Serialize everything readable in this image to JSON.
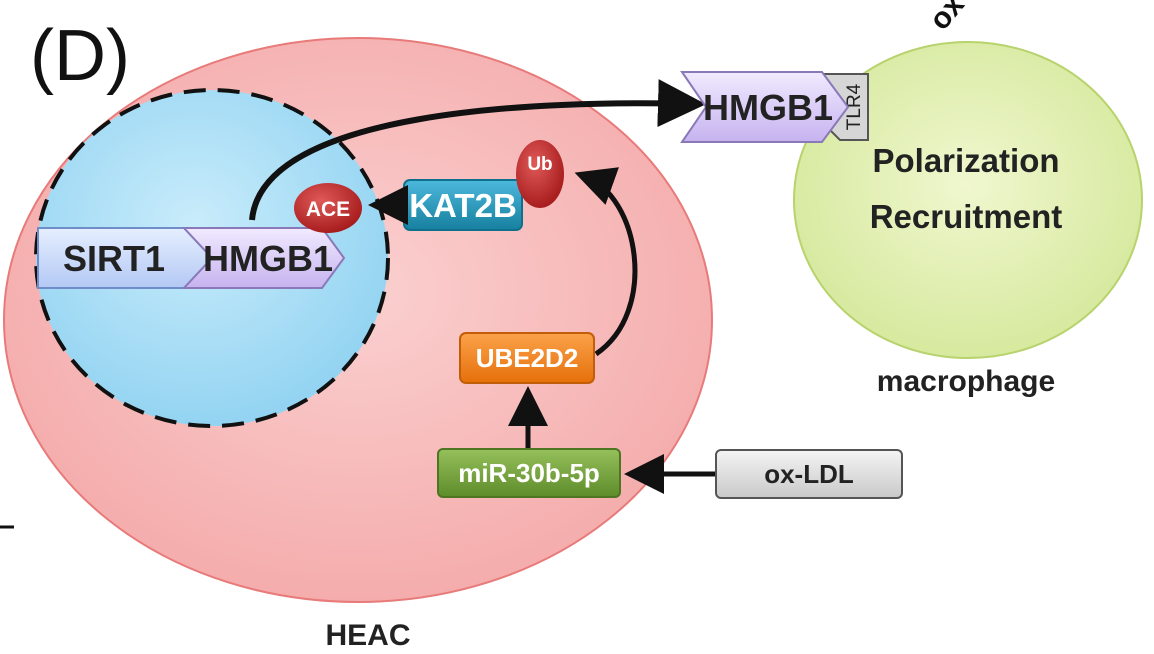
{
  "panel_label": "(D)",
  "corner_text": "ox",
  "cells": {
    "heac": "HEAC",
    "macrophage": "macrophage"
  },
  "proteins": {
    "sirt1": "SIRT1",
    "hmgb1_nuclear": "HMGB1",
    "hmgb1_secreted": "HMGB1",
    "tlr4": "TLR4",
    "kat2b": "KAT2B",
    "ube2d2": "UBE2D2",
    "mir": "miR-30b-5p",
    "oxldl": "ox-LDL"
  },
  "modifications": {
    "ace": "ACE",
    "ub": "Ub"
  },
  "macrophage_effects": {
    "line1": "Polarization",
    "line2": "Recruitment"
  },
  "colors": {
    "heac_fill": "#f8bcbc",
    "nucleus_fill": "#a8dcf4",
    "macrophage_fill": "#e3f0b4",
    "kat2b": "#1e95bd",
    "ube2d2": "#f08212",
    "mir": "#74a23a",
    "modification": "#c42a2a"
  }
}
